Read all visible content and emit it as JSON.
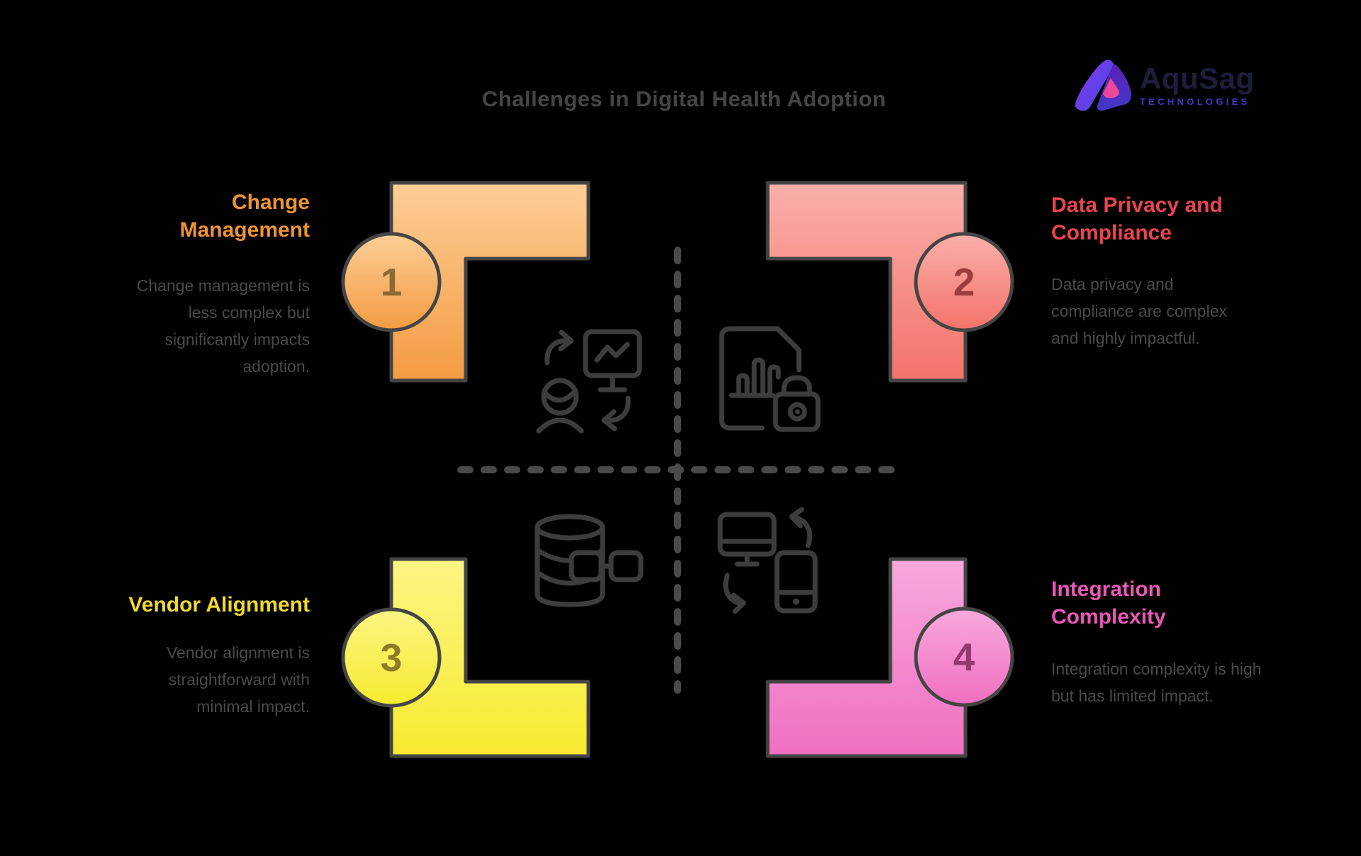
{
  "title": "Challenges in Digital Health Adoption",
  "logo": {
    "name": "AquSag",
    "subtitle": "TECHNOLOGIES"
  },
  "colors": {
    "background": "#000000",
    "title_text": "#454545",
    "body_text": "#4a4a4a",
    "shape_outline": "#454545",
    "icon_stroke": "#3d3d3d",
    "divider": "#4a4a4a",
    "logo_name": "#1e1e3c",
    "logo_subtitle": "#4136c9"
  },
  "quadrants": [
    {
      "number": "1",
      "title": "Change Management",
      "description": "Change management is less complex but significantly impacts adoption.",
      "accent": "#ED9434",
      "number_color": "#8B6A33",
      "gradient_top": "#FCCE96",
      "gradient_bottom": "#F49B42",
      "icon": "person-computer-sync-icon"
    },
    {
      "number": "2",
      "title": "Data Privacy and Compliance",
      "description": "Data privacy and compliance are complex and highly impactful.",
      "accent": "#E9454F",
      "number_color": "#9C3D3C",
      "gradient_top": "#FAAFAA",
      "gradient_bottom": "#F3736B",
      "icon": "document-lock-icon"
    },
    {
      "number": "3",
      "title": "Vendor Alignment",
      "description": "Vendor alignment is straightforward with minimal impact.",
      "accent": "#EFD92E",
      "number_color": "#8D7B28",
      "gradient_top": "#FCF584",
      "gradient_bottom": "#F7EA2E",
      "icon": "database-link-icon"
    },
    {
      "number": "4",
      "title": "Integration Complexity",
      "description": "Integration complexity is high but has limited impact.",
      "accent": "#EA58B5",
      "number_color": "#93396F",
      "gradient_top": "#F8A9DC",
      "gradient_bottom": "#F06FC1",
      "icon": "devices-sync-icon"
    }
  ]
}
